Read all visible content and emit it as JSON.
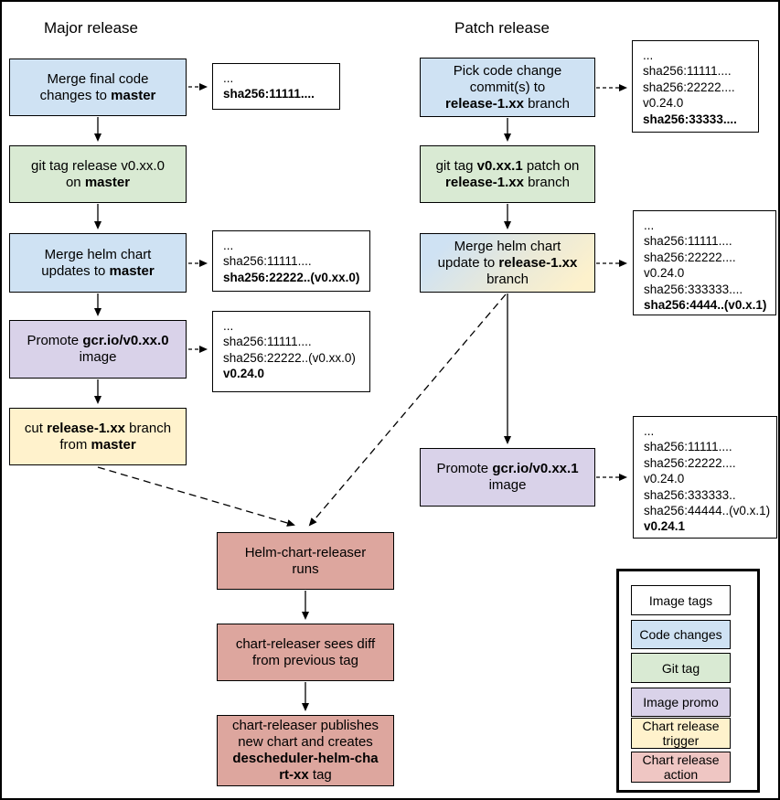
{
  "headings": {
    "major": "Major release",
    "patch": "Patch release"
  },
  "colors": {
    "code_changes": "#cfe2f3",
    "git_tag": "#d9ead3",
    "image_promo": "#d9d2e9",
    "chart_release_trigger": "#fff2cc",
    "chart_release_action": "#dda69e",
    "legend_action": "#efc6c3",
    "image_tags": "#ffffff",
    "border": "#000000",
    "merge_patch_mixed": "gradient #cfe2f3 to #fff2cc"
  },
  "flow_boxes": {
    "major_merge_final": {
      "segments": [
        {
          "t": "Merge final code"
        },
        {
          "br": true
        },
        {
          "t": "changes to "
        },
        {
          "t": "master",
          "b": true
        }
      ]
    },
    "major_git_tag": {
      "segments": [
        {
          "t": "git tag release v0.xx.0"
        },
        {
          "br": true
        },
        {
          "t": "on "
        },
        {
          "t": "master",
          "b": true
        }
      ]
    },
    "major_merge_helm": {
      "segments": [
        {
          "t": "Merge helm chart"
        },
        {
          "br": true
        },
        {
          "t": "updates to "
        },
        {
          "t": "master",
          "b": true
        }
      ]
    },
    "major_promote": {
      "segments": [
        {
          "t": "Promote "
        },
        {
          "t": "gcr.io/v0.xx.0",
          "b": true
        },
        {
          "br": true
        },
        {
          "t": "image"
        }
      ]
    },
    "major_cut_branch": {
      "segments": [
        {
          "t": "cut "
        },
        {
          "t": "release-1.xx",
          "b": true
        },
        {
          "t": " branch"
        },
        {
          "br": true
        },
        {
          "t": "from "
        },
        {
          "t": "master",
          "b": true
        }
      ]
    },
    "patch_pick": {
      "segments": [
        {
          "t": "Pick code change"
        },
        {
          "br": true
        },
        {
          "t": "commit(s) to"
        },
        {
          "br": true
        },
        {
          "t": "release-1.xx",
          "b": true
        },
        {
          "t": " branch"
        }
      ]
    },
    "patch_git_tag": {
      "segments": [
        {
          "t": "git tag "
        },
        {
          "t": "v0.xx.1",
          "b": true
        },
        {
          "t": " patch on"
        },
        {
          "br": true
        },
        {
          "t": "release-1.xx",
          "b": true
        },
        {
          "t": " branch"
        }
      ]
    },
    "patch_merge_helm": {
      "segments": [
        {
          "t": "Merge helm chart"
        },
        {
          "br": true
        },
        {
          "t": "update to "
        },
        {
          "t": "release-1.xx",
          "b": true
        },
        {
          "br": true
        },
        {
          "t": "branch"
        }
      ]
    },
    "patch_promote": {
      "segments": [
        {
          "t": "Promote "
        },
        {
          "t": "gcr.io/v0.xx.1",
          "b": true
        },
        {
          "br": true
        },
        {
          "t": "image"
        }
      ]
    },
    "releaser_runs": {
      "segments": [
        {
          "t": "Helm-chart-releaser"
        },
        {
          "br": true
        },
        {
          "t": "runs"
        }
      ]
    },
    "releaser_diff": {
      "segments": [
        {
          "t": "chart-releaser sees diff"
        },
        {
          "br": true
        },
        {
          "t": "from previous tag"
        }
      ]
    },
    "releaser_publish": {
      "segments": [
        {
          "t": "chart-releaser publishes"
        },
        {
          "br": true
        },
        {
          "t": "new chart and creates"
        },
        {
          "br": true
        },
        {
          "t": "descheduler-helm-cha",
          "b": true
        },
        {
          "br": true
        },
        {
          "t": "rt-xx",
          "b": true
        },
        {
          "t": " tag"
        }
      ]
    }
  },
  "notes": {
    "major_note_1": {
      "lines": [
        {
          "t": "..."
        },
        {
          "t": "sha256:11111....",
          "b": true
        }
      ]
    },
    "major_note_2": {
      "lines": [
        {
          "t": "..."
        },
        {
          "t": "sha256:11111...."
        },
        {
          "t": "sha256:22222..(v0.xx.0)",
          "b": true
        }
      ]
    },
    "major_note_3": {
      "lines": [
        {
          "t": "..."
        },
        {
          "t": "sha256:11111...."
        },
        {
          "t": "sha256:22222..(v0.xx.0)"
        },
        {
          "t": "v0.24.0",
          "b": true
        }
      ]
    },
    "patch_note_1": {
      "lines": [
        {
          "t": "..."
        },
        {
          "t": "sha256:11111...."
        },
        {
          "t": "sha256:22222...."
        },
        {
          "t": "v0.24.0"
        },
        {
          "t": "sha256:33333....",
          "b": true
        }
      ]
    },
    "patch_note_2": {
      "lines": [
        {
          "t": "..."
        },
        {
          "t": "sha256:11111...."
        },
        {
          "t": "sha256:22222...."
        },
        {
          "t": "v0.24.0"
        },
        {
          "t": "sha256:333333...."
        },
        {
          "t": "sha256:4444..(v0.x.1)",
          "b": true
        }
      ]
    },
    "patch_note_3": {
      "lines": [
        {
          "t": "..."
        },
        {
          "t": "sha256:11111...."
        },
        {
          "t": "sha256:22222...."
        },
        {
          "t": "v0.24.0"
        },
        {
          "t": "sha256:333333.."
        },
        {
          "t": "sha256:44444..(v0.x.1)"
        },
        {
          "t": "v0.24.1",
          "b": true
        }
      ]
    }
  },
  "legend": {
    "items": [
      {
        "label": "Image tags"
      },
      {
        "label": "Code changes"
      },
      {
        "label": "Git tag"
      },
      {
        "label": "Image promo"
      },
      {
        "label": "Chart release trigger"
      },
      {
        "label": "Chart release action"
      }
    ]
  }
}
